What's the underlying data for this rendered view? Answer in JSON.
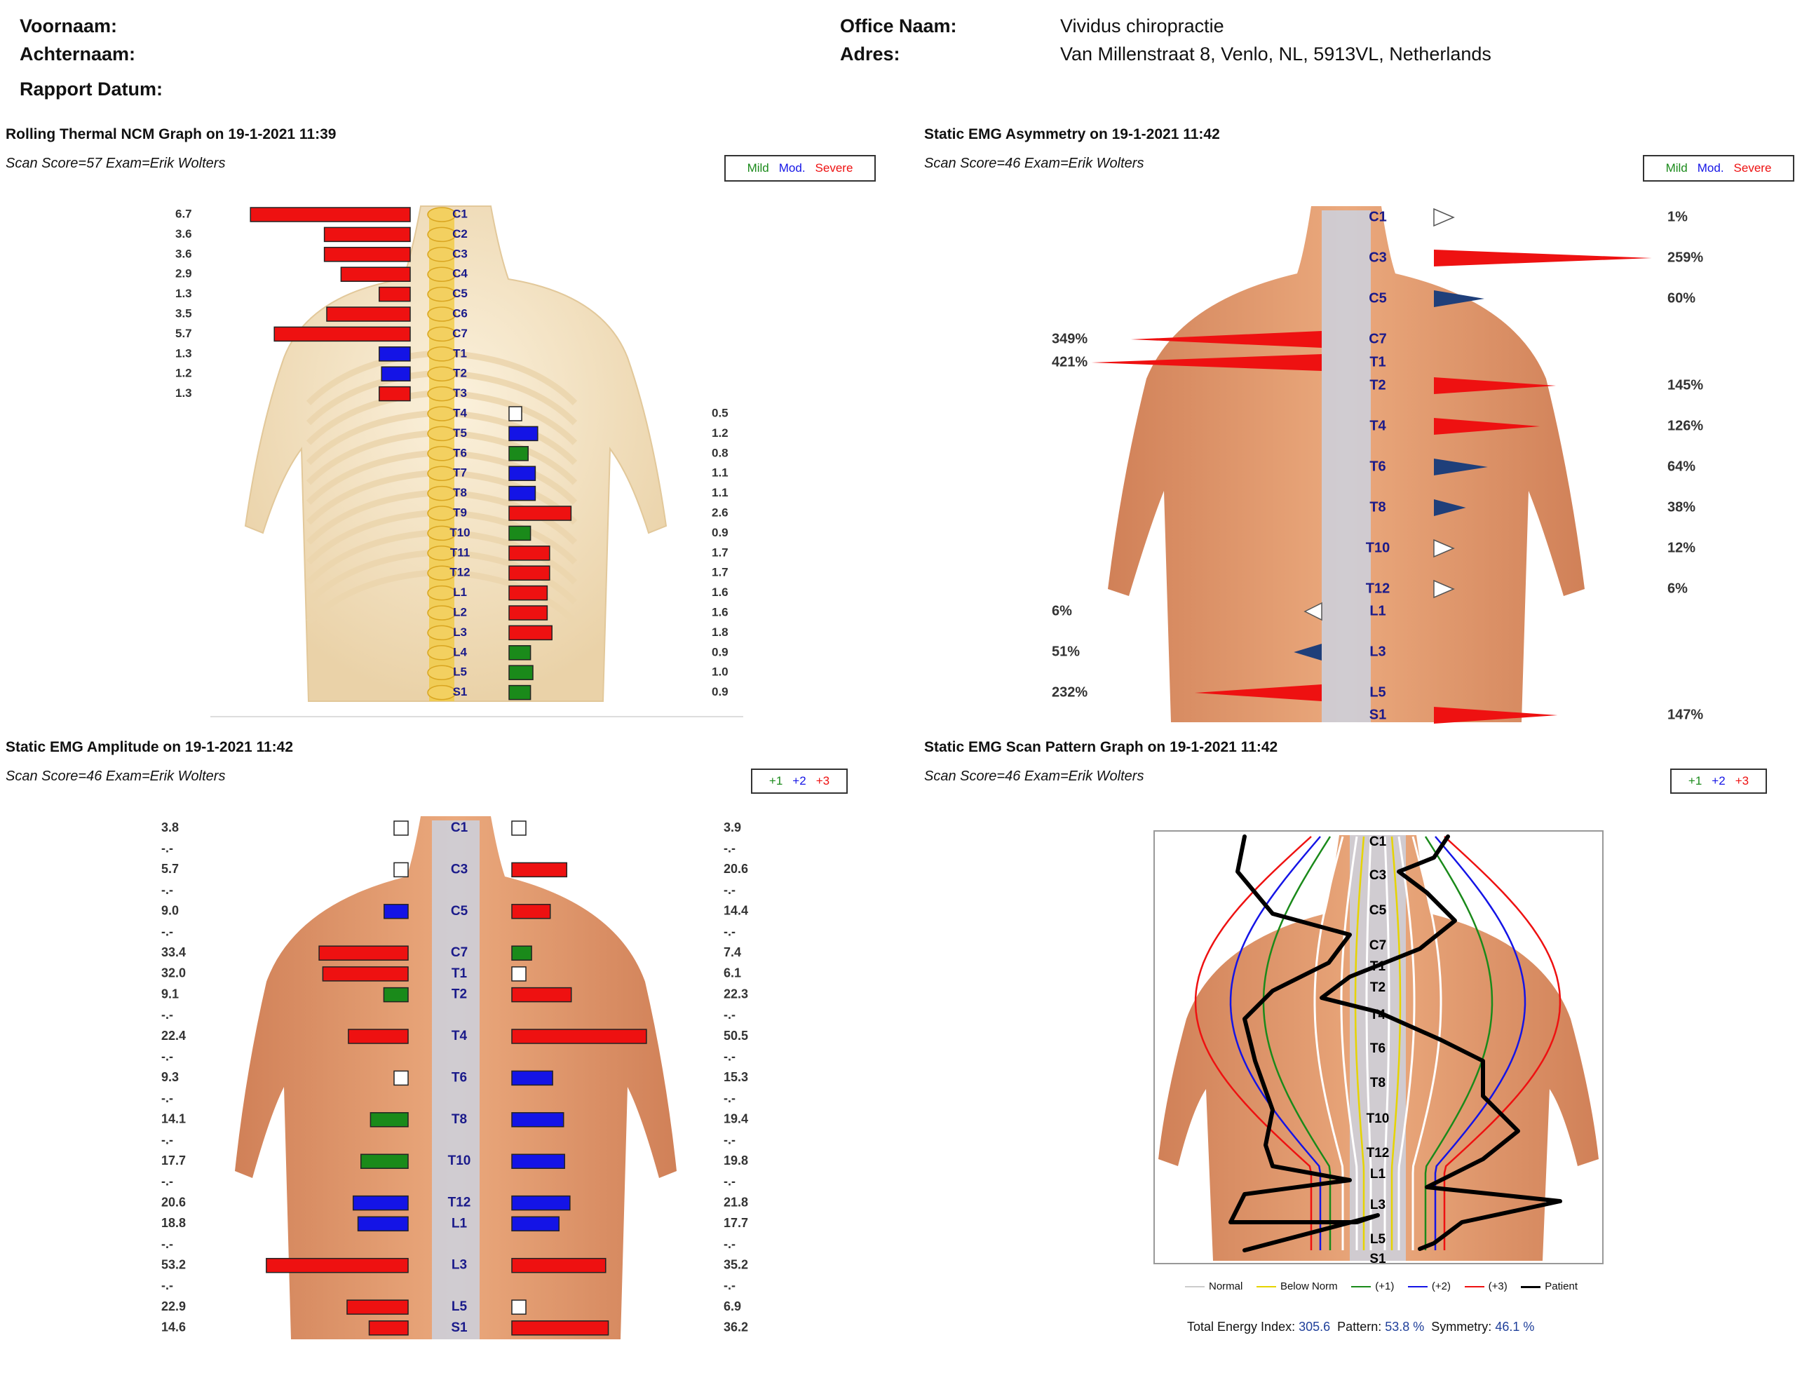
{
  "header": {
    "first_name_label": "Voornaam:",
    "last_name_label": "Achternaam:",
    "report_date_label": "Rapport Datum:",
    "office_label": "Office Naam:",
    "office_value": "Vividus chiropractie",
    "address_label": "Adres:",
    "address_value": "Van Millenstraat 8, Venlo, NL, 5913VL, Netherlands"
  },
  "colors": {
    "mild": "#1a8a1a",
    "mod": "#1414e6",
    "severe": "#ee1111",
    "navy": "#1f3f7a"
  },
  "legend_severity": {
    "mild": "Mild",
    "mod": "Mod.",
    "severe": "Severe"
  },
  "legend_plus": {
    "p1": "+1",
    "p2": "+2",
    "p3": "+3"
  },
  "panels": {
    "thermal": {
      "title": "Rolling Thermal NCM Graph on 19-1-2021 11:39",
      "subtitle": "Scan Score=57 Exam=Erik Wolters"
    },
    "asym": {
      "title": "Static EMG Asymmetry on 19-1-2021 11:42",
      "subtitle": "Scan Score=46 Exam=Erik Wolters"
    },
    "amplitude": {
      "title": "Static EMG Amplitude on 19-1-2021 11:42",
      "subtitle": "Scan Score=46 Exam=Erik Wolters"
    },
    "pattern": {
      "title": "Static EMG Scan Pattern Graph on 19-1-2021 11:42",
      "subtitle": "Scan Score=46 Exam=Erik Wolters"
    }
  },
  "pattern_footer": {
    "legend": [
      "Normal",
      "Below Norm",
      "(+1)",
      "(+2)",
      "(+3)",
      "Patient"
    ],
    "tei_label": "Total Energy Index:",
    "tei_value": "305.6",
    "pattern_label": "Pattern:",
    "pattern_value": "53.8 %",
    "symmetry_label": "Symmetry:",
    "symmetry_value": "46.1 %"
  },
  "chart_data": [
    {
      "type": "bar",
      "id": "thermal",
      "title": "Rolling Thermal NCM Graph on 19-1-2021 11:39",
      "categories": [
        "C1",
        "C2",
        "C3",
        "C4",
        "C5",
        "C6",
        "C7",
        "T1",
        "T2",
        "T3",
        "T4",
        "T5",
        "T6",
        "T7",
        "T8",
        "T9",
        "T10",
        "T11",
        "T12",
        "L1",
        "L2",
        "L3",
        "L4",
        "L5",
        "S1"
      ],
      "series": [
        {
          "name": "Left",
          "labels": [
            "6.7",
            "3.6",
            "3.6",
            "2.9",
            "1.3",
            "3.5",
            "5.7",
            "1.3",
            "1.2",
            "1.3"
          ],
          "values": [
            6.7,
            3.6,
            3.6,
            2.9,
            1.3,
            3.5,
            5.7,
            1.3,
            1.2,
            1.3
          ],
          "severity": [
            "severe",
            "severe",
            "severe",
            "severe",
            "severe",
            "severe",
            "severe",
            "mod",
            "mod",
            "severe"
          ]
        },
        {
          "name": "Right",
          "labels": [
            "0.5",
            "1.2",
            "0.8",
            "1.1",
            "1.1",
            "2.6",
            "0.9",
            "1.7",
            "1.7",
            "1.6",
            "1.6",
            "1.8",
            "0.9",
            "1.0",
            "0.9"
          ],
          "values": [
            0.5,
            1.2,
            0.8,
            1.1,
            1.1,
            2.6,
            0.9,
            1.7,
            1.7,
            1.6,
            1.6,
            1.8,
            0.9,
            1.0,
            0.9
          ],
          "severity": [
            "none",
            "mod",
            "mild",
            "mod",
            "mod",
            "severe",
            "mild",
            "severe",
            "severe",
            "severe",
            "severe",
            "severe",
            "mild",
            "mild",
            "mild"
          ]
        }
      ]
    },
    {
      "type": "bar",
      "id": "asymmetry",
      "title": "Static EMG Asymmetry on 19-1-2021 11:42",
      "categories": [
        "C1",
        "C3",
        "C5",
        "C7",
        "T1",
        "T2",
        "T4",
        "T6",
        "T8",
        "T10",
        "T12",
        "L1",
        "L3",
        "L5",
        "S1"
      ],
      "right": [
        {
          "level": "C1",
          "label": "1%",
          "value": 1,
          "severity": "none"
        },
        {
          "level": "C3",
          "label": "259%",
          "value": 259,
          "severity": "severe"
        },
        {
          "level": "C5",
          "label": "60%",
          "value": 60,
          "severity": "navy"
        },
        {
          "level": "T2",
          "label": "145%",
          "value": 145,
          "severity": "severe"
        },
        {
          "level": "T4",
          "label": "126%",
          "value": 126,
          "severity": "severe"
        },
        {
          "level": "T6",
          "label": "64%",
          "value": 64,
          "severity": "navy"
        },
        {
          "level": "T8",
          "label": "38%",
          "value": 38,
          "severity": "navy"
        },
        {
          "level": "T10",
          "label": "12%",
          "value": 12,
          "severity": "none"
        },
        {
          "level": "T12",
          "label": "6%",
          "value": 6,
          "severity": "none"
        },
        {
          "level": "S1",
          "label": "147%",
          "value": 147,
          "severity": "severe"
        }
      ],
      "left": [
        {
          "level": "C7",
          "label": "349%",
          "value": 349,
          "severity": "severe"
        },
        {
          "level": "T1",
          "label": "421%",
          "value": 421,
          "severity": "severe"
        },
        {
          "level": "L1",
          "label": "6%",
          "value": 6,
          "severity": "none"
        },
        {
          "level": "L3",
          "label": "51%",
          "value": 51,
          "severity": "navy"
        },
        {
          "level": "L5",
          "label": "232%",
          "value": 232,
          "severity": "severe"
        }
      ]
    },
    {
      "type": "bar",
      "id": "amplitude",
      "title": "Static EMG Amplitude on 19-1-2021 11:42",
      "rows": [
        "C1",
        "",
        "C3",
        "",
        "C5",
        "",
        "C7",
        "T1",
        "T2",
        "",
        "T4",
        "",
        "T6",
        "",
        "T8",
        "",
        "T10",
        "",
        "T12",
        "L1",
        "",
        "L3",
        "",
        "L5",
        "S1"
      ],
      "left_labels": [
        "3.8",
        "-.-",
        "5.7",
        "-.-",
        "9.0",
        "-.-",
        "33.4",
        "32.0",
        "9.1",
        "-.-",
        "22.4",
        "-.-",
        "9.3",
        "-.-",
        "14.1",
        "-.-",
        "17.7",
        "-.-",
        "20.6",
        "18.8",
        "-.-",
        "53.2",
        "-.-",
        "22.9",
        "14.6"
      ],
      "left_values": [
        3.8,
        null,
        5.7,
        null,
        9.0,
        null,
        33.4,
        32.0,
        9.1,
        null,
        22.4,
        null,
        9.3,
        null,
        14.1,
        null,
        17.7,
        null,
        20.6,
        18.8,
        null,
        53.2,
        null,
        22.9,
        14.6
      ],
      "left_severity": [
        "none",
        "",
        "none",
        "",
        "mod",
        "",
        "severe",
        "severe",
        "mild",
        "",
        "severe",
        "",
        "none",
        "",
        "mild",
        "",
        "mild",
        "",
        "mod",
        "mod",
        "",
        "severe",
        "",
        "severe",
        "severe"
      ],
      "right_labels": [
        "3.9",
        "-.-",
        "20.6",
        "-.-",
        "14.4",
        "-.-",
        "7.4",
        "6.1",
        "22.3",
        "-.-",
        "50.5",
        "-.-",
        "15.3",
        "-.-",
        "19.4",
        "-.-",
        "19.8",
        "-.-",
        "21.8",
        "17.7",
        "-.-",
        "35.2",
        "-.-",
        "6.9",
        "36.2"
      ],
      "right_values": [
        3.9,
        null,
        20.6,
        null,
        14.4,
        null,
        7.4,
        6.1,
        22.3,
        null,
        50.5,
        null,
        15.3,
        null,
        19.4,
        null,
        19.8,
        null,
        21.8,
        17.7,
        null,
        35.2,
        null,
        6.9,
        36.2
      ],
      "right_severity": [
        "none",
        "",
        "severe",
        "",
        "severe",
        "",
        "mild",
        "none",
        "severe",
        "",
        "severe",
        "",
        "mod",
        "",
        "mod",
        "",
        "mod",
        "",
        "mod",
        "mod",
        "",
        "severe",
        "",
        "none",
        "severe"
      ]
    },
    {
      "type": "line",
      "id": "pattern",
      "title": "Static EMG Scan Pattern Graph on 19-1-2021 11:42",
      "levels": [
        "C1",
        "C3",
        "C5",
        "C7",
        "T1",
        "T2",
        "T4",
        "T6",
        "T8",
        "T10",
        "T12",
        "L1",
        "L3",
        "L5",
        "S1"
      ],
      "series": [
        {
          "name": "Normal",
          "color": "#ffffff"
        },
        {
          "name": "Below Norm",
          "color": "#e6d400"
        },
        {
          "name": "(+1)",
          "color": "#1a8a1a"
        },
        {
          "name": "(+2)",
          "color": "#1414e6"
        },
        {
          "name": "(+3)",
          "color": "#ee1111"
        },
        {
          "name": "Patient",
          "color": "#000000"
        }
      ],
      "total_energy_index": 305.6,
      "pattern_pct": 53.8,
      "symmetry_pct": 46.1
    }
  ]
}
